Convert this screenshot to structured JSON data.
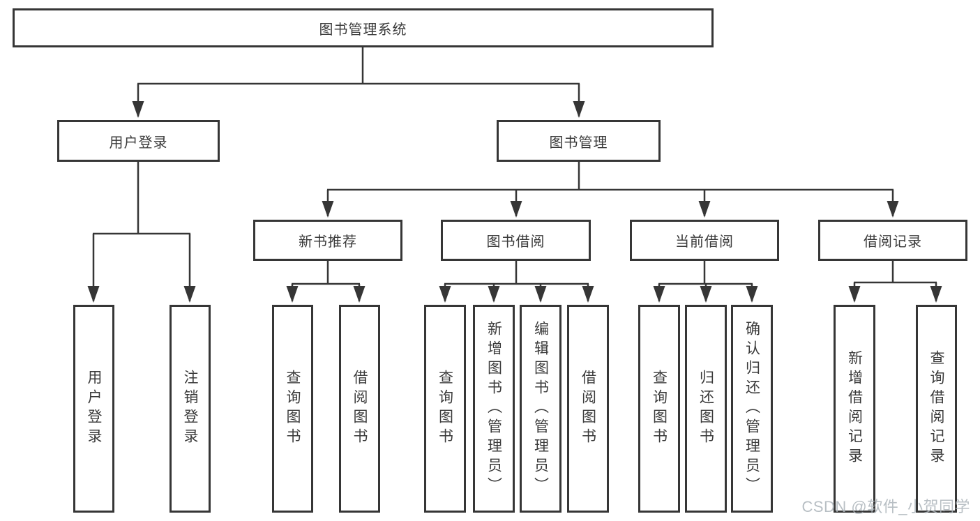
{
  "root": {
    "label": "图书管理系统"
  },
  "branches": [
    {
      "label": "用户登录",
      "leaves": [
        {
          "label": "用户登录"
        },
        {
          "label": "注销登录"
        }
      ]
    },
    {
      "label": "图书管理",
      "sections": [
        {
          "label": "新书推荐",
          "leaves": [
            {
              "label": "查询图书"
            },
            {
              "label": "借阅图书"
            }
          ]
        },
        {
          "label": "图书借阅",
          "leaves": [
            {
              "label": "查询图书"
            },
            {
              "label": "新增图书（管理员）"
            },
            {
              "label": "编辑图书（管理员）"
            },
            {
              "label": "借阅图书"
            }
          ]
        },
        {
          "label": "当前借阅",
          "leaves": [
            {
              "label": "查询图书"
            },
            {
              "label": "归还图书"
            },
            {
              "label": "确认归还（管理员）"
            }
          ]
        },
        {
          "label": "借阅记录",
          "leaves": [
            {
              "label": "新增借阅记录"
            },
            {
              "label": "查询借阅记录"
            }
          ]
        }
      ]
    }
  ],
  "watermark": {
    "text": "CSDN @软件_小贺同学"
  },
  "colors": {
    "line": "#363636",
    "box_border": "#363636",
    "box_fill": "#ffffff",
    "text": "#3a3a3a",
    "watermark": "#acb4ba"
  }
}
